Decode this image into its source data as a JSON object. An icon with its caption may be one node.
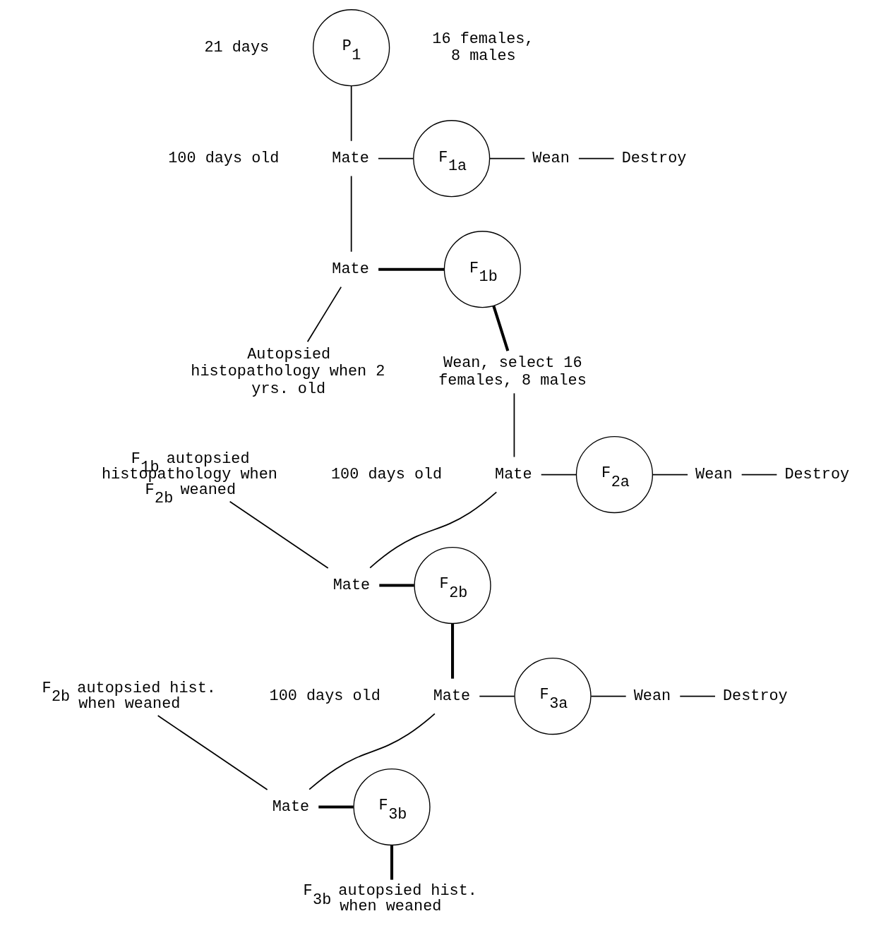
{
  "diagram": {
    "nodes": [
      {
        "text": [
          "P$_{1}$"
        ],
        "beside": [
          "21 days",
          "16 females, 8 males"
        ]
      },
      {
        "text": [
          "Mate"
        ],
        "beside": [
          "100 days old"
        ]
      },
      {
        "text": [
          "F$_{1a}$"
        ]
      },
      {
        "text": [
          "Wean"
        ]
      },
      {
        "text": [
          "Destroy"
        ]
      },
      {
        "text": [
          "Mate"
        ]
      },
      {
        "text": [
          "F$_{1b}$"
        ]
      },
      {
        "text": [
          "Wean, select 16 females, 8 males"
        ]
      },
      {
        "text": [
          "Mate"
        ],
        "beside": [
          "100 days old"
        ]
      },
      {
        "text": [
          "F$_{2a}$"
        ]
      },
      {
        "text": [
          "Wean"
        ]
      },
      {
        "text": [
          "Destroy"
        ]
      },
      {
        "text": [
          "Mate"
        ]
      },
      {
        "text": [
          "F$_{2b}$"
        ]
      },
      {
        "text": [
          "F$_{1b}$ autopsied histopathology when F$_{2b}$ weaned"
        ]
      },
      {
        "text": [
          "Mate"
        ],
        "beside": [
          "100 days old"
        ]
      },
      {
        "text": [
          "F$_{3a}$"
        ]
      },
      {
        "text": [
          "Wean"
        ]
      },
      {
        "text": [
          "Destroy"
        ]
      },
      {
        "text": [
          "Mate"
        ]
      },
      {
        "text": [
          "F$_{3b}$"
        ]
      },
      {
        "text": [
          "F$_{2b}$ autopsied hist. when weaned"
        ]
      },
      {
        "text": [
          "F$_{3b}$ autopsied hist. when weaned"
        ]
      },
      {
        "text": [
          "Autopsied histopathology when 2 yrs. old"
        ]
      }
    ],
    "edges": [
      {
        "from": 0,
        "to": 1,
        "arrow": "none"
      },
      {
        "from": 1,
        "to": 2,
        "arrow": "none"
      },
      {
        "from": 2,
        "to": 3,
        "arrow": "none"
      },
      {
        "from": 3,
        "to": 4,
        "arrow": "none"
      },
      {
        "from": 1,
        "to": 5,
        "arrow": "none"
      },
      {
        "from": 5,
        "to": 6,
        "arrow": "none",
        "style": "thick"
      },
      {
        "from": 5,
        "to": 23,
        "arrow": "none"
      },
      {
        "from": 6,
        "to": 7,
        "arrow": "none",
        "style": "thick"
      },
      {
        "from": 7,
        "to": 8,
        "arrow": "none"
      },
      {
        "from": 8,
        "to": 9,
        "arrow": "none"
      },
      {
        "from": 9,
        "to": 10,
        "arrow": "none"
      },
      {
        "from": 10,
        "to": 11,
        "arrow": "none"
      },
      {
        "from": 8,
        "to": 12,
        "arrow": "none"
      },
      {
        "from": 12,
        "to": 13,
        "arrow": "none",
        "style": "thick"
      },
      {
        "from": 14,
        "to": 12,
        "arrow": "none"
      },
      {
        "from": 13,
        "to": 15,
        "arrow": "none",
        "style": "thick"
      },
      {
        "from": 15,
        "to": 16,
        "arrow": "none"
      },
      {
        "from": 16,
        "to": 17,
        "arrow": "none"
      },
      {
        "from": 17,
        "to": 18,
        "arrow": "none"
      },
      {
        "from": 15,
        "to": 19,
        "arrow": "none"
      },
      {
        "from": 19,
        "to": 20,
        "arrow": "none",
        "style": "thick"
      },
      {
        "from": 21,
        "to": 19,
        "arrow": "none"
      },
      {
        "from": 20,
        "to": 22,
        "arrow": "none",
        "style": "thick"
      }
    ]
  }
}
